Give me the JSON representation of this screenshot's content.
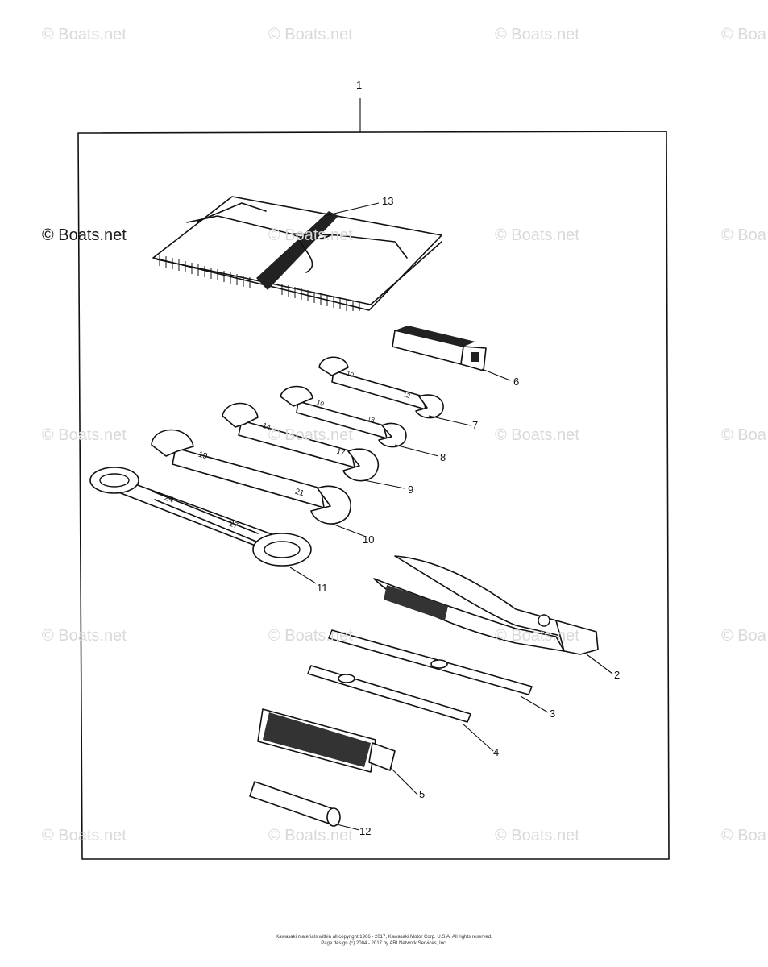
{
  "watermark": {
    "text": "© Boats.net",
    "partial_text": "© Boa"
  },
  "callouts": {
    "c1": "1",
    "c2": "2",
    "c3": "3",
    "c4": "4",
    "c5": "5",
    "c6": "6",
    "c7": "7",
    "c8": "8",
    "c9": "9",
    "c10": "10",
    "c11": "11",
    "c12": "12",
    "c13": "13"
  },
  "wrench_sizes": {
    "w7_a": "10",
    "w7_b": "12",
    "w8_a": "10",
    "w8_b": "13",
    "w9_a": "14",
    "w9_b": "17",
    "w10_a": "19",
    "w10_b": "21",
    "w11_a": "24",
    "w11_b": "27"
  },
  "footer": {
    "line1": "Kawasaki materials within all copyright 1966 - 2017, Kawasaki Motor Corp. U.S.A. All rights reserved.",
    "line2": "Page design (c) 2004 - 2017 by ARI Network Services, Inc."
  },
  "colors": {
    "line": "#111111",
    "watermark": "#d9d9d9",
    "background": "#ffffff"
  }
}
